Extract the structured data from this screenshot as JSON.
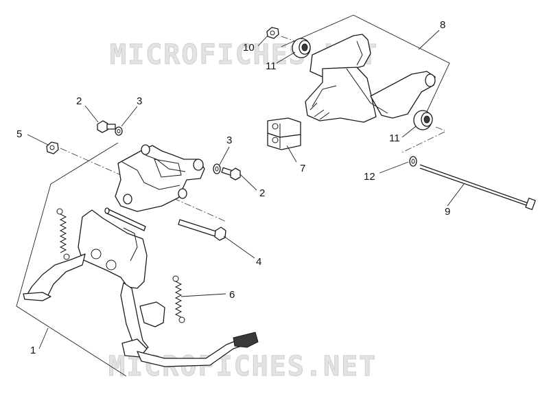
{
  "watermark": {
    "text": "MICROFICHES.NET"
  },
  "callouts": [
    "1",
    "2",
    "3",
    "2",
    "3",
    "4",
    "5",
    "6",
    "7",
    "8",
    "9",
    "10",
    "11",
    "11",
    "12"
  ]
}
